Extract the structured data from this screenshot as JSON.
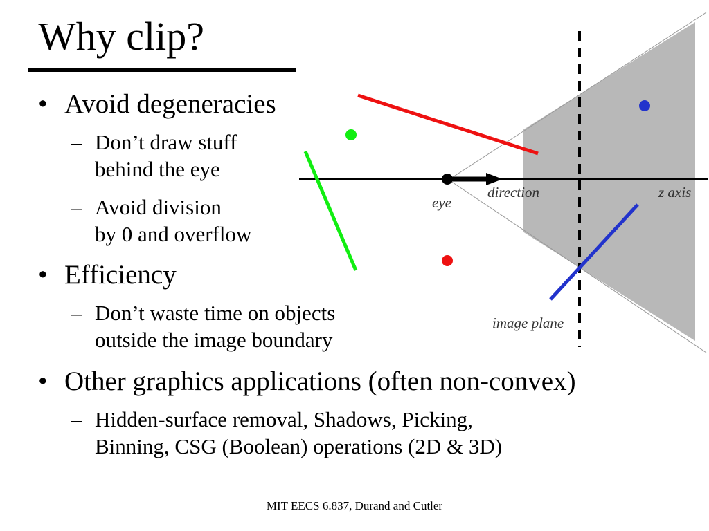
{
  "slide": {
    "title": "Why clip?",
    "bullets": [
      {
        "text": "Avoid degeneracies",
        "subs": [
          {
            "line1": "Don’t draw stuff",
            "line2": "behind the eye"
          },
          {
            "line1": "Avoid division",
            "line2": "by 0 and overflow"
          }
        ]
      },
      {
        "text": "Efficiency",
        "subs": [
          {
            "line1": "Don’t waste time on objects",
            "line2": "outside the image boundary"
          }
        ]
      },
      {
        "text": "Other graphics applications (often non-convex)",
        "subs": [
          {
            "line1": "Hidden-surface removal, Shadows, Picking,",
            "line2": "Binning, CSG (Boolean) operations (2D & 3D)"
          }
        ]
      }
    ],
    "bullet_glyph": "•",
    "dash_glyph": "–",
    "footer": "MIT EECS 6.837, Durand and Cutler"
  },
  "diagram": {
    "labels": {
      "eye": "eye",
      "direction": "direction",
      "z_axis": "z axis",
      "image_plane": "image plane"
    },
    "colors": {
      "frustum_fill": "#b8b8b8",
      "red": "#ee1111",
      "green": "#11ee11",
      "blue": "#2233cc",
      "axis": "#000000"
    }
  }
}
